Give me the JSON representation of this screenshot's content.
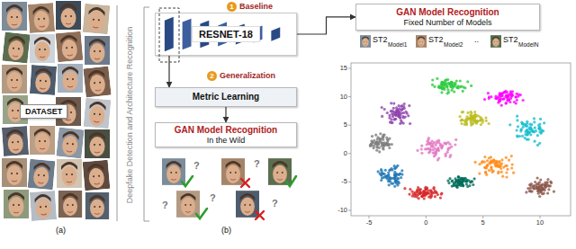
{
  "diagram": {
    "nodes": [
      {
        "text": [
          "DATASET"
        ]
      },
      {
        "text": [
          "RESNET-18"
        ]
      },
      {
        "text": [
          "Metric Learning"
        ]
      },
      {
        "text": [
          "GAN Model Recognition",
          "Fixed Number of Models"
        ]
      },
      {
        "text": [
          "GAN Model Recognition",
          "In the Wild"
        ]
      }
    ],
    "edges": [
      {
        "from": 1,
        "to": 2,
        "arrow": "to"
      },
      {
        "from": 2,
        "to": 4,
        "arrow": "to"
      },
      {
        "from": 1,
        "to": 3,
        "arrow": "to"
      }
    ],
    "labels": [
      "(a)",
      "(b)",
      "Deepfake Detection and Architecture Recognition",
      "1",
      "Baseline",
      "2",
      "Generalization",
      "ST2",
      "Model1",
      "ST2",
      "Model2",
      "..",
      "ST2",
      "ModelN",
      "15",
      "10",
      "5",
      "0",
      "-5",
      "-10",
      "-5",
      "0",
      "5",
      "10",
      "?",
      "?",
      "?",
      "?",
      "?"
    ]
  }
}
